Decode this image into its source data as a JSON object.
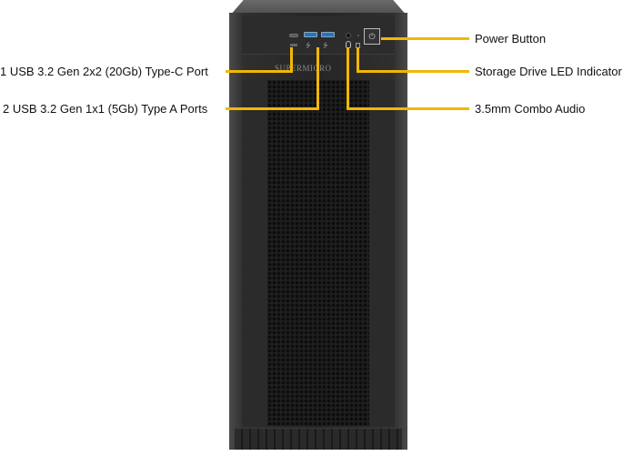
{
  "diagram": {
    "brand_logo": "SUPERMICRO",
    "accent_color": "#f2b705",
    "labels_left": [
      {
        "id": "usb-c",
        "text": "1 USB 3.2 Gen 2x2 (20Gb) Type-C Port"
      },
      {
        "id": "usb-a",
        "text": "2 USB 3.2 Gen 1x1 (5Gb) Type A Ports"
      }
    ],
    "labels_right": [
      {
        "id": "power",
        "text": "Power Button"
      },
      {
        "id": "drive-led",
        "text": "Storage Drive LED Indicator"
      },
      {
        "id": "audio",
        "text": "3.5mm Combo Audio"
      }
    ],
    "icons": {
      "usb": "⭍",
      "power": "⏻"
    }
  }
}
